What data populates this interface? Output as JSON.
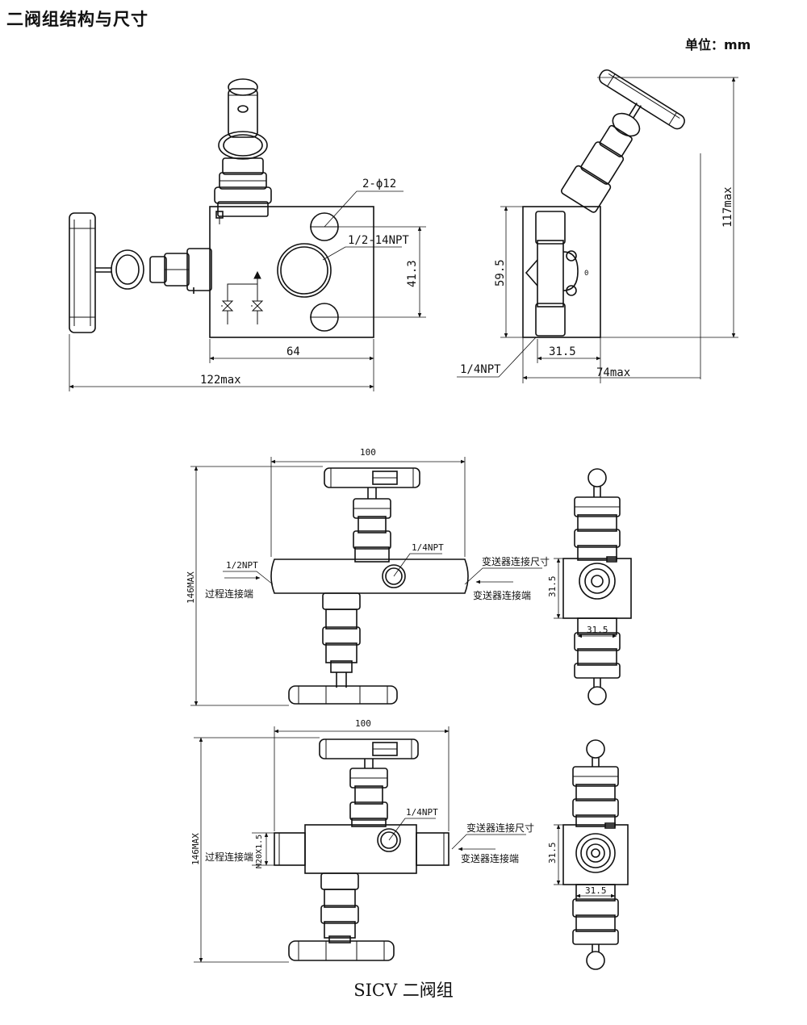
{
  "header": {
    "title": "二阀组结构与尺寸",
    "unit": "单位：mm"
  },
  "drawing_top": {
    "front_view": {
      "holes": "2-ϕ12",
      "port": "1/2-14NPT",
      "height_dim": "41.3",
      "width_dim": "64",
      "overall_dim": "122max"
    },
    "side_view": {
      "height_dim": "59.5",
      "overall_height": "117max",
      "width_dim": "31.5",
      "overall_width": "74max",
      "port": "1/4NPT"
    }
  },
  "drawing_middle": {
    "width_dim": "100",
    "height_dim": "146MAX",
    "left_port": "1/2NPT",
    "left_label": "过程连接端",
    "center_port": "1/4NPT",
    "right_port_label": "变送器连接尺寸",
    "right_label": "变送器连接端",
    "side_dim_v": "31.5",
    "side_dim_h": "31.5"
  },
  "drawing_bottom": {
    "width_dim": "100",
    "height_dim": "146MAX",
    "thread": "M20X1.5",
    "left_label": "过程连接端",
    "center_port": "1/4NPT",
    "right_port_label": "变送器连接尺寸",
    "right_label": "变送器连接端",
    "side_dim_v": "31.5",
    "side_dim_h": "31.5"
  },
  "caption": "SICV 二阀组"
}
